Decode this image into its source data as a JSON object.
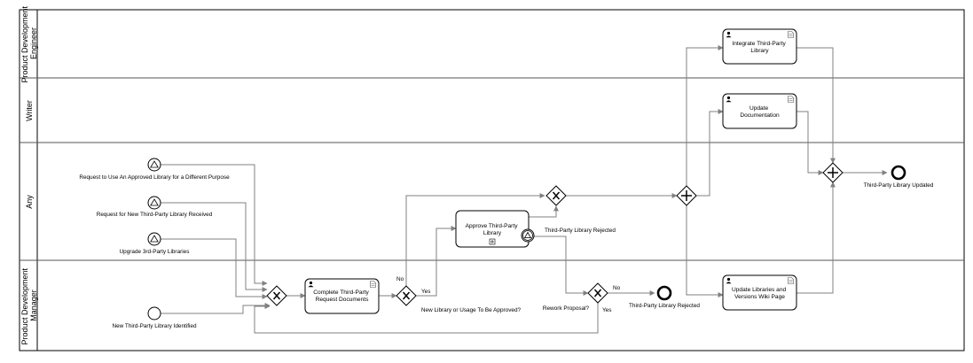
{
  "lanes": [
    {
      "id": "pde",
      "label_lines": [
        "Product Development",
        "Engineer"
      ]
    },
    {
      "id": "writer",
      "label_lines": [
        "Writer"
      ]
    },
    {
      "id": "any",
      "label_lines": [
        "Any"
      ]
    },
    {
      "id": "pdm",
      "label_lines": [
        "Product Development",
        "Manager"
      ]
    }
  ],
  "events": {
    "start_approved_library": "Request to Use An Approved Library for a Different Purpose",
    "start_new_library_request": "Request for New Third-Party Library Received",
    "start_upgrade": "Upgrade 3rd-Party Libraries",
    "start_new_identified": "New Third-Party Library Identified",
    "end_rejected": "Third-Party Library Rejected",
    "end_updated": "Third-Party Library Updated",
    "boundary_rejected": "Third-Party Library Rejected"
  },
  "tasks": {
    "complete_docs": [
      "Complete Third-Party",
      "Request Documents"
    ],
    "approve_library": [
      "Approve Third-Party",
      "Library"
    ],
    "integrate_library": [
      "Integrate Third-Party",
      "Library"
    ],
    "update_docs": [
      "Update",
      "Documentation"
    ],
    "update_wiki": [
      "Update Libraries and",
      "Versions Wiki Page"
    ]
  },
  "gateways": {
    "approval_question": "New Library or Usage To Be Approved?",
    "rework_question": "Rework Proposal?"
  },
  "flow_labels": {
    "approval_no": "No",
    "approval_yes": "Yes",
    "rework_no": "No",
    "rework_yes": "Yes"
  },
  "icons": {
    "start_event_signal": "triangle-icon",
    "task_user": "user-icon",
    "task_doc": "document-icon",
    "subprocess": "plus-icon",
    "boundary_signal": "signal-icon",
    "gateway_exclusive": "x-icon",
    "gateway_parallel": "plus-icon"
  }
}
